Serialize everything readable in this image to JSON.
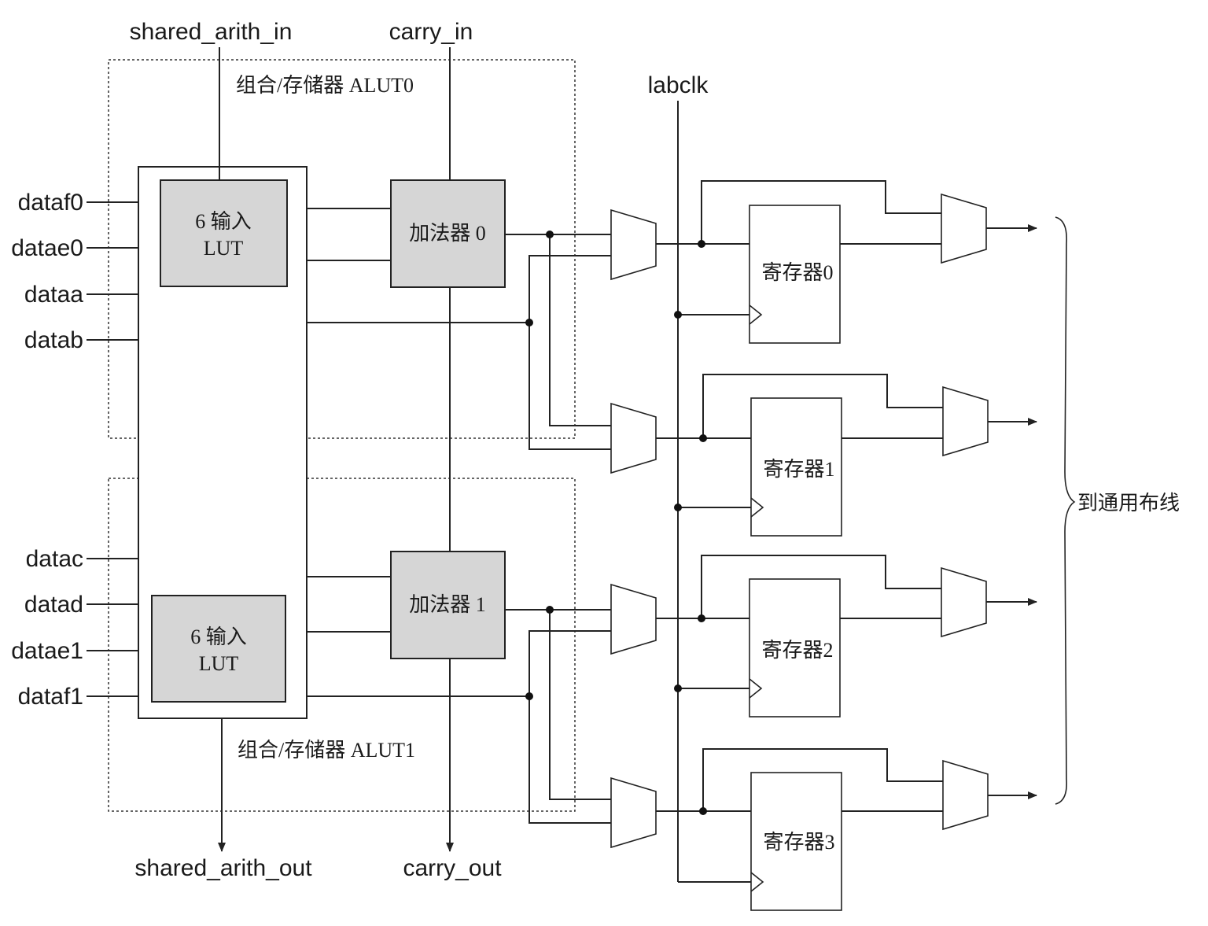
{
  "colors": {
    "block_fill": "#d6d6d6",
    "line": "#222222",
    "background": "#ffffff"
  },
  "top_inputs": {
    "shared_arith_in": "shared_arith_in",
    "carry_in": "carry_in"
  },
  "bottom_outputs": {
    "shared_arith_out": "shared_arith_out",
    "carry_out": "carry_out"
  },
  "clock": "labclk",
  "alut0": {
    "label": "组合/存储器 ALUT0",
    "lut_line1": "6 输入",
    "lut_line2": "LUT",
    "adder": "加法器 0",
    "inputs": [
      "dataf0",
      "datae0",
      "dataa",
      "datab"
    ]
  },
  "alut1": {
    "label": "组合/存储器 ALUT1",
    "lut_line1": "6 输入",
    "lut_line2": "LUT",
    "adder": "加法器 1",
    "inputs": [
      "datac",
      "datad",
      "datae1",
      "dataf1"
    ]
  },
  "registers": [
    "寄存器0",
    "寄存器1",
    "寄存器2",
    "寄存器3"
  ],
  "output_note": "到通用布线"
}
